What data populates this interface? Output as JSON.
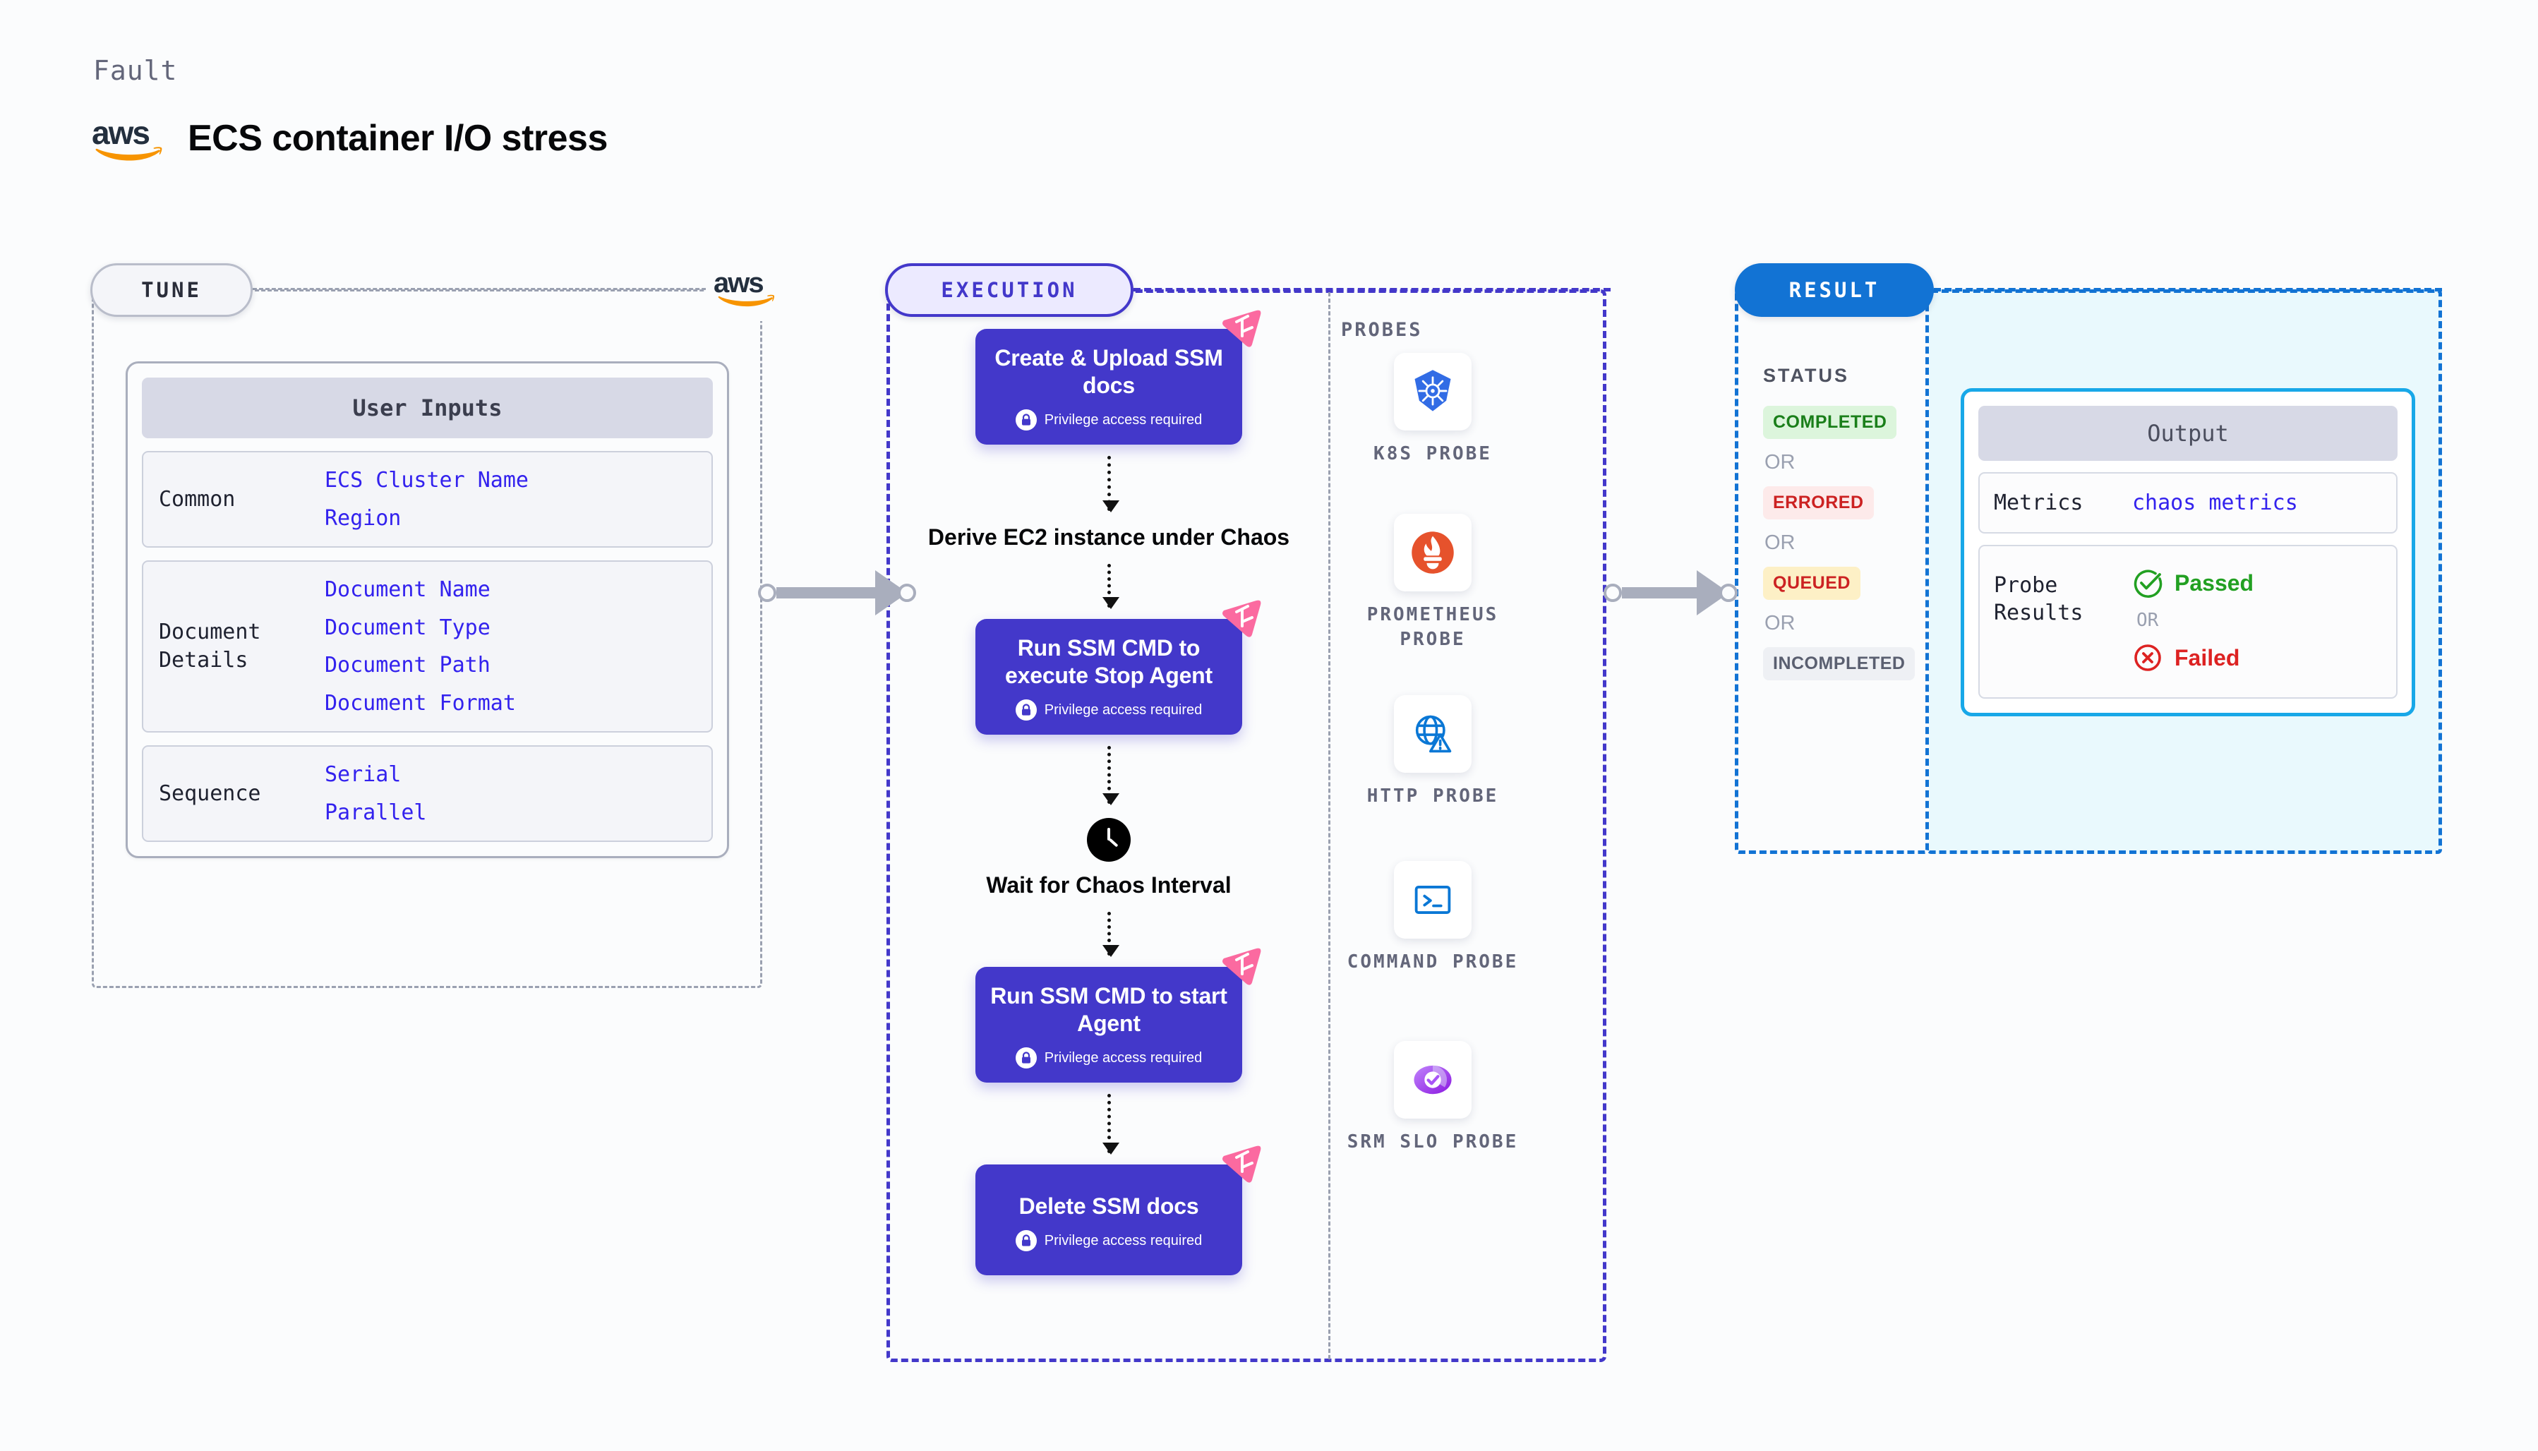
{
  "header": {
    "eyebrow": "Fault",
    "title": "ECS container I/O stress",
    "provider_logo": "aws-logo",
    "provider_text": "aws"
  },
  "tune": {
    "pill_label": "TUNE",
    "provider_badge": "aws-logo",
    "card_title": "User Inputs",
    "groups": [
      {
        "label": "Common",
        "values": [
          "ECS Cluster Name",
          "Region"
        ]
      },
      {
        "label": "Document\nDetails",
        "values": [
          "Document Name",
          "Document Type",
          "Document Path",
          "Document Format"
        ]
      },
      {
        "label": "Sequence",
        "values": [
          "Serial",
          "Parallel"
        ]
      }
    ]
  },
  "execution": {
    "pill_label": "EXECUTION",
    "privilege_note": "Privilege access required",
    "steps": [
      {
        "type": "box",
        "label": "Create & Upload SSM docs",
        "privileged": true,
        "flag": true
      },
      {
        "type": "plain",
        "label": "Derive EC2 instance under Chaos",
        "privileged": false,
        "flag": false
      },
      {
        "type": "box",
        "label": "Run SSM CMD to execute Stop Agent",
        "privileged": true,
        "flag": true
      },
      {
        "type": "clock",
        "label": "Wait for Chaos Interval",
        "privileged": false,
        "flag": false
      },
      {
        "type": "box",
        "label": "Run SSM CMD to start Agent",
        "privileged": true,
        "flag": true
      },
      {
        "type": "box",
        "label": "Delete SSM docs",
        "privileged": true,
        "flag": true
      }
    ]
  },
  "probes": {
    "section_label": "PROBES",
    "items": [
      {
        "label": "K8S PROBE",
        "icon": "kubernetes-icon"
      },
      {
        "label": "PROMETHEUS PROBE",
        "icon": "prometheus-icon"
      },
      {
        "label": "HTTP PROBE",
        "icon": "http-globe-warning-icon"
      },
      {
        "label": "COMMAND PROBE",
        "icon": "terminal-icon"
      },
      {
        "label": "SRM SLO PROBE",
        "icon": "srm-slo-icon"
      }
    ]
  },
  "result": {
    "pill_label": "RESULT",
    "status_label": "STATUS",
    "or_label": "OR",
    "statuses": [
      {
        "label": "COMPLETED",
        "bg": "#dcf5dc",
        "fg": "#1a7f1a"
      },
      {
        "label": "ERRORED",
        "bg": "#fdeaea",
        "fg": "#cc2222"
      },
      {
        "label": "QUEUED",
        "bg": "#fdf0c6",
        "fg": "#cc2222"
      },
      {
        "label": "INCOMPLETED",
        "bg": "#eef0f4",
        "fg": "#5a5f70"
      }
    ]
  },
  "output": {
    "card_title": "Output",
    "metrics_key": "Metrics",
    "metrics_value": "chaos metrics",
    "probe_results_key": "Probe\nResults",
    "passed_label": "Passed",
    "failed_label": "Failed",
    "or_label": "OR",
    "passed_color": "#22a022",
    "failed_color": "#dd2222"
  },
  "colors": {
    "execution_purple": "#4338ca",
    "result_blue": "#1273d4",
    "output_cyan": "#18a8e8",
    "link_indigo": "#3322ee",
    "flag_pink": "#fb6aa0"
  }
}
